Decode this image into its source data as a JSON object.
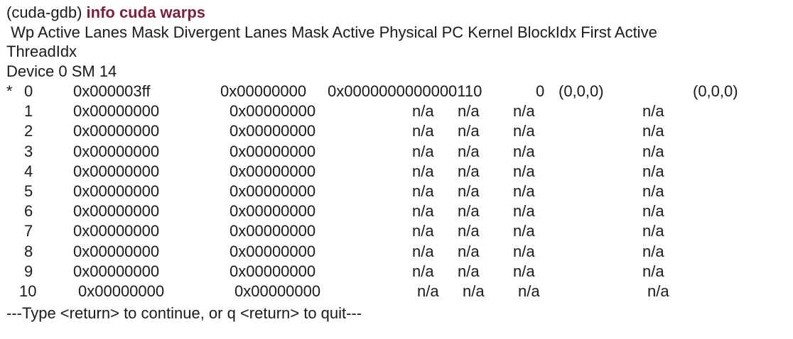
{
  "colors": {
    "background": "#ffffff",
    "text": "#1a1a1a",
    "command": "#7a1f3d"
  },
  "prompt": "(cuda-gdb)",
  "command": "info cuda warps",
  "header_line1": " Wp Active Lanes Mask Divergent Lanes Mask Active Physical PC Kernel BlockIdx First Active",
  "header_line2": "ThreadIdx",
  "device_line": "Device 0 SM 14",
  "rows": [
    {
      "marker": "*",
      "wp": "0",
      "active_mask": "0x000003ff",
      "divergent_mask": "0x00000000",
      "pc": "0x0000000000000110",
      "kernel": "0",
      "block": "(0,0,0)",
      "thread": "(0,0,0)"
    },
    {
      "marker": "",
      "wp": "1",
      "active_mask": "0x00000000",
      "divergent_mask": "0x00000000",
      "pc": "n/a",
      "kernel": "n/a",
      "block": "n/a",
      "thread": "n/a"
    },
    {
      "marker": "",
      "wp": "2",
      "active_mask": "0x00000000",
      "divergent_mask": "0x00000000",
      "pc": "n/a",
      "kernel": "n/a",
      "block": "n/a",
      "thread": "n/a"
    },
    {
      "marker": "",
      "wp": "3",
      "active_mask": "0x00000000",
      "divergent_mask": "0x00000000",
      "pc": "n/a",
      "kernel": "n/a",
      "block": "n/a",
      "thread": "n/a"
    },
    {
      "marker": "",
      "wp": "4",
      "active_mask": "0x00000000",
      "divergent_mask": "0x00000000",
      "pc": "n/a",
      "kernel": "n/a",
      "block": "n/a",
      "thread": "n/a"
    },
    {
      "marker": "",
      "wp": "5",
      "active_mask": "0x00000000",
      "divergent_mask": "0x00000000",
      "pc": "n/a",
      "kernel": "n/a",
      "block": "n/a",
      "thread": "n/a"
    },
    {
      "marker": "",
      "wp": "6",
      "active_mask": "0x00000000",
      "divergent_mask": "0x00000000",
      "pc": "n/a",
      "kernel": "n/a",
      "block": "n/a",
      "thread": "n/a"
    },
    {
      "marker": "",
      "wp": "7",
      "active_mask": "0x00000000",
      "divergent_mask": "0x00000000",
      "pc": "n/a",
      "kernel": "n/a",
      "block": "n/a",
      "thread": "n/a"
    },
    {
      "marker": "",
      "wp": "8",
      "active_mask": "0x00000000",
      "divergent_mask": "0x00000000",
      "pc": "n/a",
      "kernel": "n/a",
      "block": "n/a",
      "thread": "n/a"
    },
    {
      "marker": "",
      "wp": "9",
      "active_mask": "0x00000000",
      "divergent_mask": "0x00000000",
      "pc": "n/a",
      "kernel": "n/a",
      "block": "n/a",
      "thread": "n/a"
    },
    {
      "marker": "",
      "wp": "10",
      "active_mask": "0x00000000",
      "divergent_mask": "0x00000000",
      "pc": "n/a",
      "kernel": "n/a",
      "block": "n/a",
      "thread": "n/a"
    }
  ],
  "pager_prompt": "---Type <return> to continue, or q <return> to quit---"
}
